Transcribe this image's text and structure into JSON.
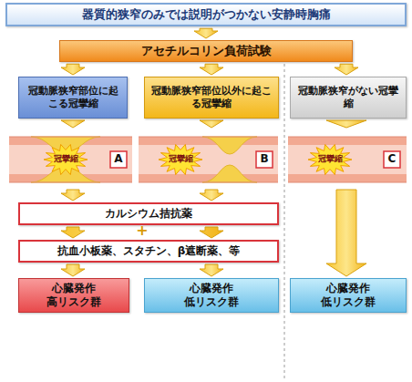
{
  "diagram": {
    "nodes": [
      {
        "text": [
          "器質的狭窄のみでは説明がつかない安静時胸痛"
        ]
      },
      {
        "text": [
          "アセチルコリン負荷試験"
        ]
      },
      {
        "text": [
          "冠動脈狭窄部位に起こる冠攣縮"
        ]
      },
      {
        "text": [
          "冠動脈狭窄部位以外に起こる冠攣縮"
        ]
      },
      {
        "text": [
          "冠動脈狭窄がない冠攣縮"
        ]
      },
      {
        "text": [
          "カルシウム拮抗薬"
        ]
      },
      {
        "text": [
          "抗血小板薬、スタチン、β遮断薬、等"
        ]
      },
      {
        "text": [
          "心臓発作 高リスク群"
        ]
      },
      {
        "text": [
          "心臓発作 低リスク群"
        ]
      },
      {
        "text": [
          "心臓発作 低リスク群"
        ]
      }
    ],
    "edges": [
      {
        "from": 0,
        "to": 1,
        "arrow": "to"
      },
      {
        "from": 1,
        "to": 2,
        "arrow": "to"
      },
      {
        "from": 1,
        "to": 3,
        "arrow": "to"
      },
      {
        "from": 1,
        "to": 4,
        "arrow": "to"
      },
      {
        "from": 2,
        "to": 5,
        "arrow": "to"
      },
      {
        "from": 3,
        "to": 5,
        "arrow": "to"
      },
      {
        "from": 5,
        "to": 6,
        "arrow": "to"
      },
      {
        "from": 6,
        "to": 7,
        "arrow": "to"
      },
      {
        "from": 6,
        "to": 8,
        "arrow": "to"
      },
      {
        "from": 4,
        "to": 9,
        "arrow": "to"
      }
    ],
    "labels": [
      "冠攣縮",
      "A",
      "冠攣縮",
      "B",
      "冠攣縮",
      "C",
      "+"
    ]
  }
}
